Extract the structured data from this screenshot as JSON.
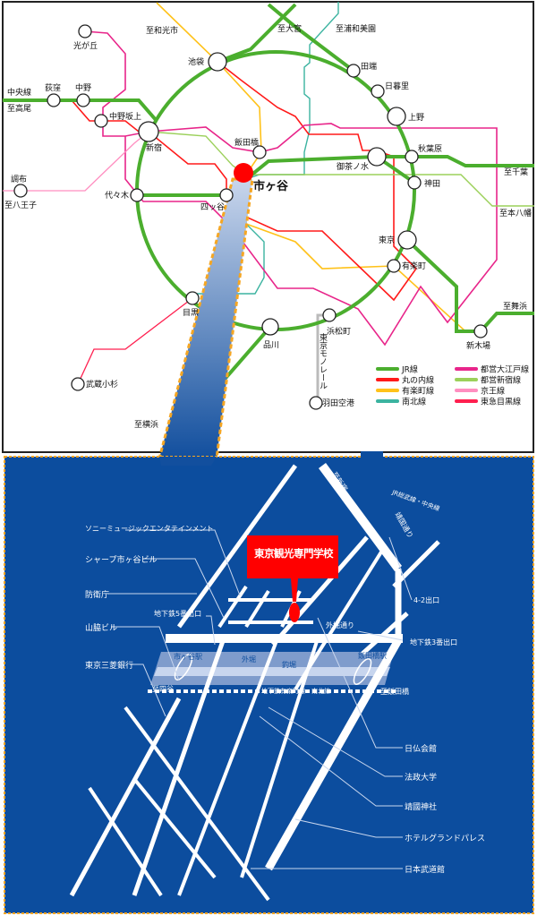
{
  "route_map": {
    "directions": {
      "wako": "至和光市",
      "omiya": "至大宮",
      "urawa": "至浦和美園",
      "takao": "至高尾",
      "hachioji": "至八王子",
      "chiba": "至千葉",
      "motoyawata": "至本八幡",
      "maihama": "至舞浜",
      "yokohama": "至横浜"
    },
    "stations": {
      "hikarigaoka": "光が丘",
      "ogikubo": "荻窪",
      "nakano": "中野",
      "nakanosakaue": "中野坂上",
      "shinjuku": "新宿",
      "ikebukuro": "池袋",
      "iidabashi": "飯田橋",
      "ichigaya": "市ヶ谷",
      "yotsuya": "四ッ谷",
      "yoyogi": "代々木",
      "chofu": "調布",
      "tabata": "田端",
      "nippori": "日暮里",
      "ueno": "上野",
      "ochanomizu": "御茶ノ水",
      "akihabara": "秋葉原",
      "kanda": "神田",
      "tokyo": "東京",
      "yurakucho": "有楽町",
      "meguro": "目黒",
      "shinagawa": "品川",
      "hamamatsucho": "浜松町",
      "haneda": "羽田空港",
      "shinkiba": "新木場",
      "musashikosugi": "武蔵小杉",
      "chuo_line": "中央線",
      "monorail": "東京モノレール"
    },
    "legend": [
      {
        "label": "JR線",
        "color": "#4bae2e"
      },
      {
        "label": "丸の内線",
        "color": "#ff1a1a"
      },
      {
        "label": "有楽町線",
        "color": "#ffc21a"
      },
      {
        "label": "南北線",
        "color": "#3bb3a0"
      },
      {
        "label": "都営大江戸線",
        "color": "#e8258a"
      },
      {
        "label": "都営新宿線",
        "color": "#9bd05a"
      },
      {
        "label": "京王線",
        "color": "#ff8ec0"
      },
      {
        "label": "東急目黒線",
        "color": "#ff1f4f"
      }
    ]
  },
  "area_map": {
    "school": "東京観光専門学校",
    "landmarks_left": [
      "ソニーミュージックエンタテインメント",
      "シャープ市ヶ谷ビル",
      "防衛庁",
      "山脇ビル",
      "東京三菱銀行"
    ],
    "landmarks_right": [
      "日仏会館",
      "法政大学",
      "靖國神社",
      "ホテルグランドパレス",
      "日本武道館"
    ],
    "exits": {
      "exit5": "地下鉄5番出口",
      "exit3": "地下鉄3番出口",
      "exit2": "4-2出口"
    },
    "streets": {
      "sotobori": "外堀通り",
      "yasukuni": "靖国通り",
      "shinjuku_dori": "至新宿",
      "ichigaya_st": "市ヶ谷駅",
      "pond": "外堀",
      "tsuribori": "釣堀",
      "iidabashi_st": "飯田橋駅",
      "to_yotsuya": "至四谷",
      "to_iidabashi": "至飯田橋",
      "jr_line": "JR総武線・中央線",
      "yurakucho_line": "地下鉄有楽町線・南北線"
    }
  }
}
